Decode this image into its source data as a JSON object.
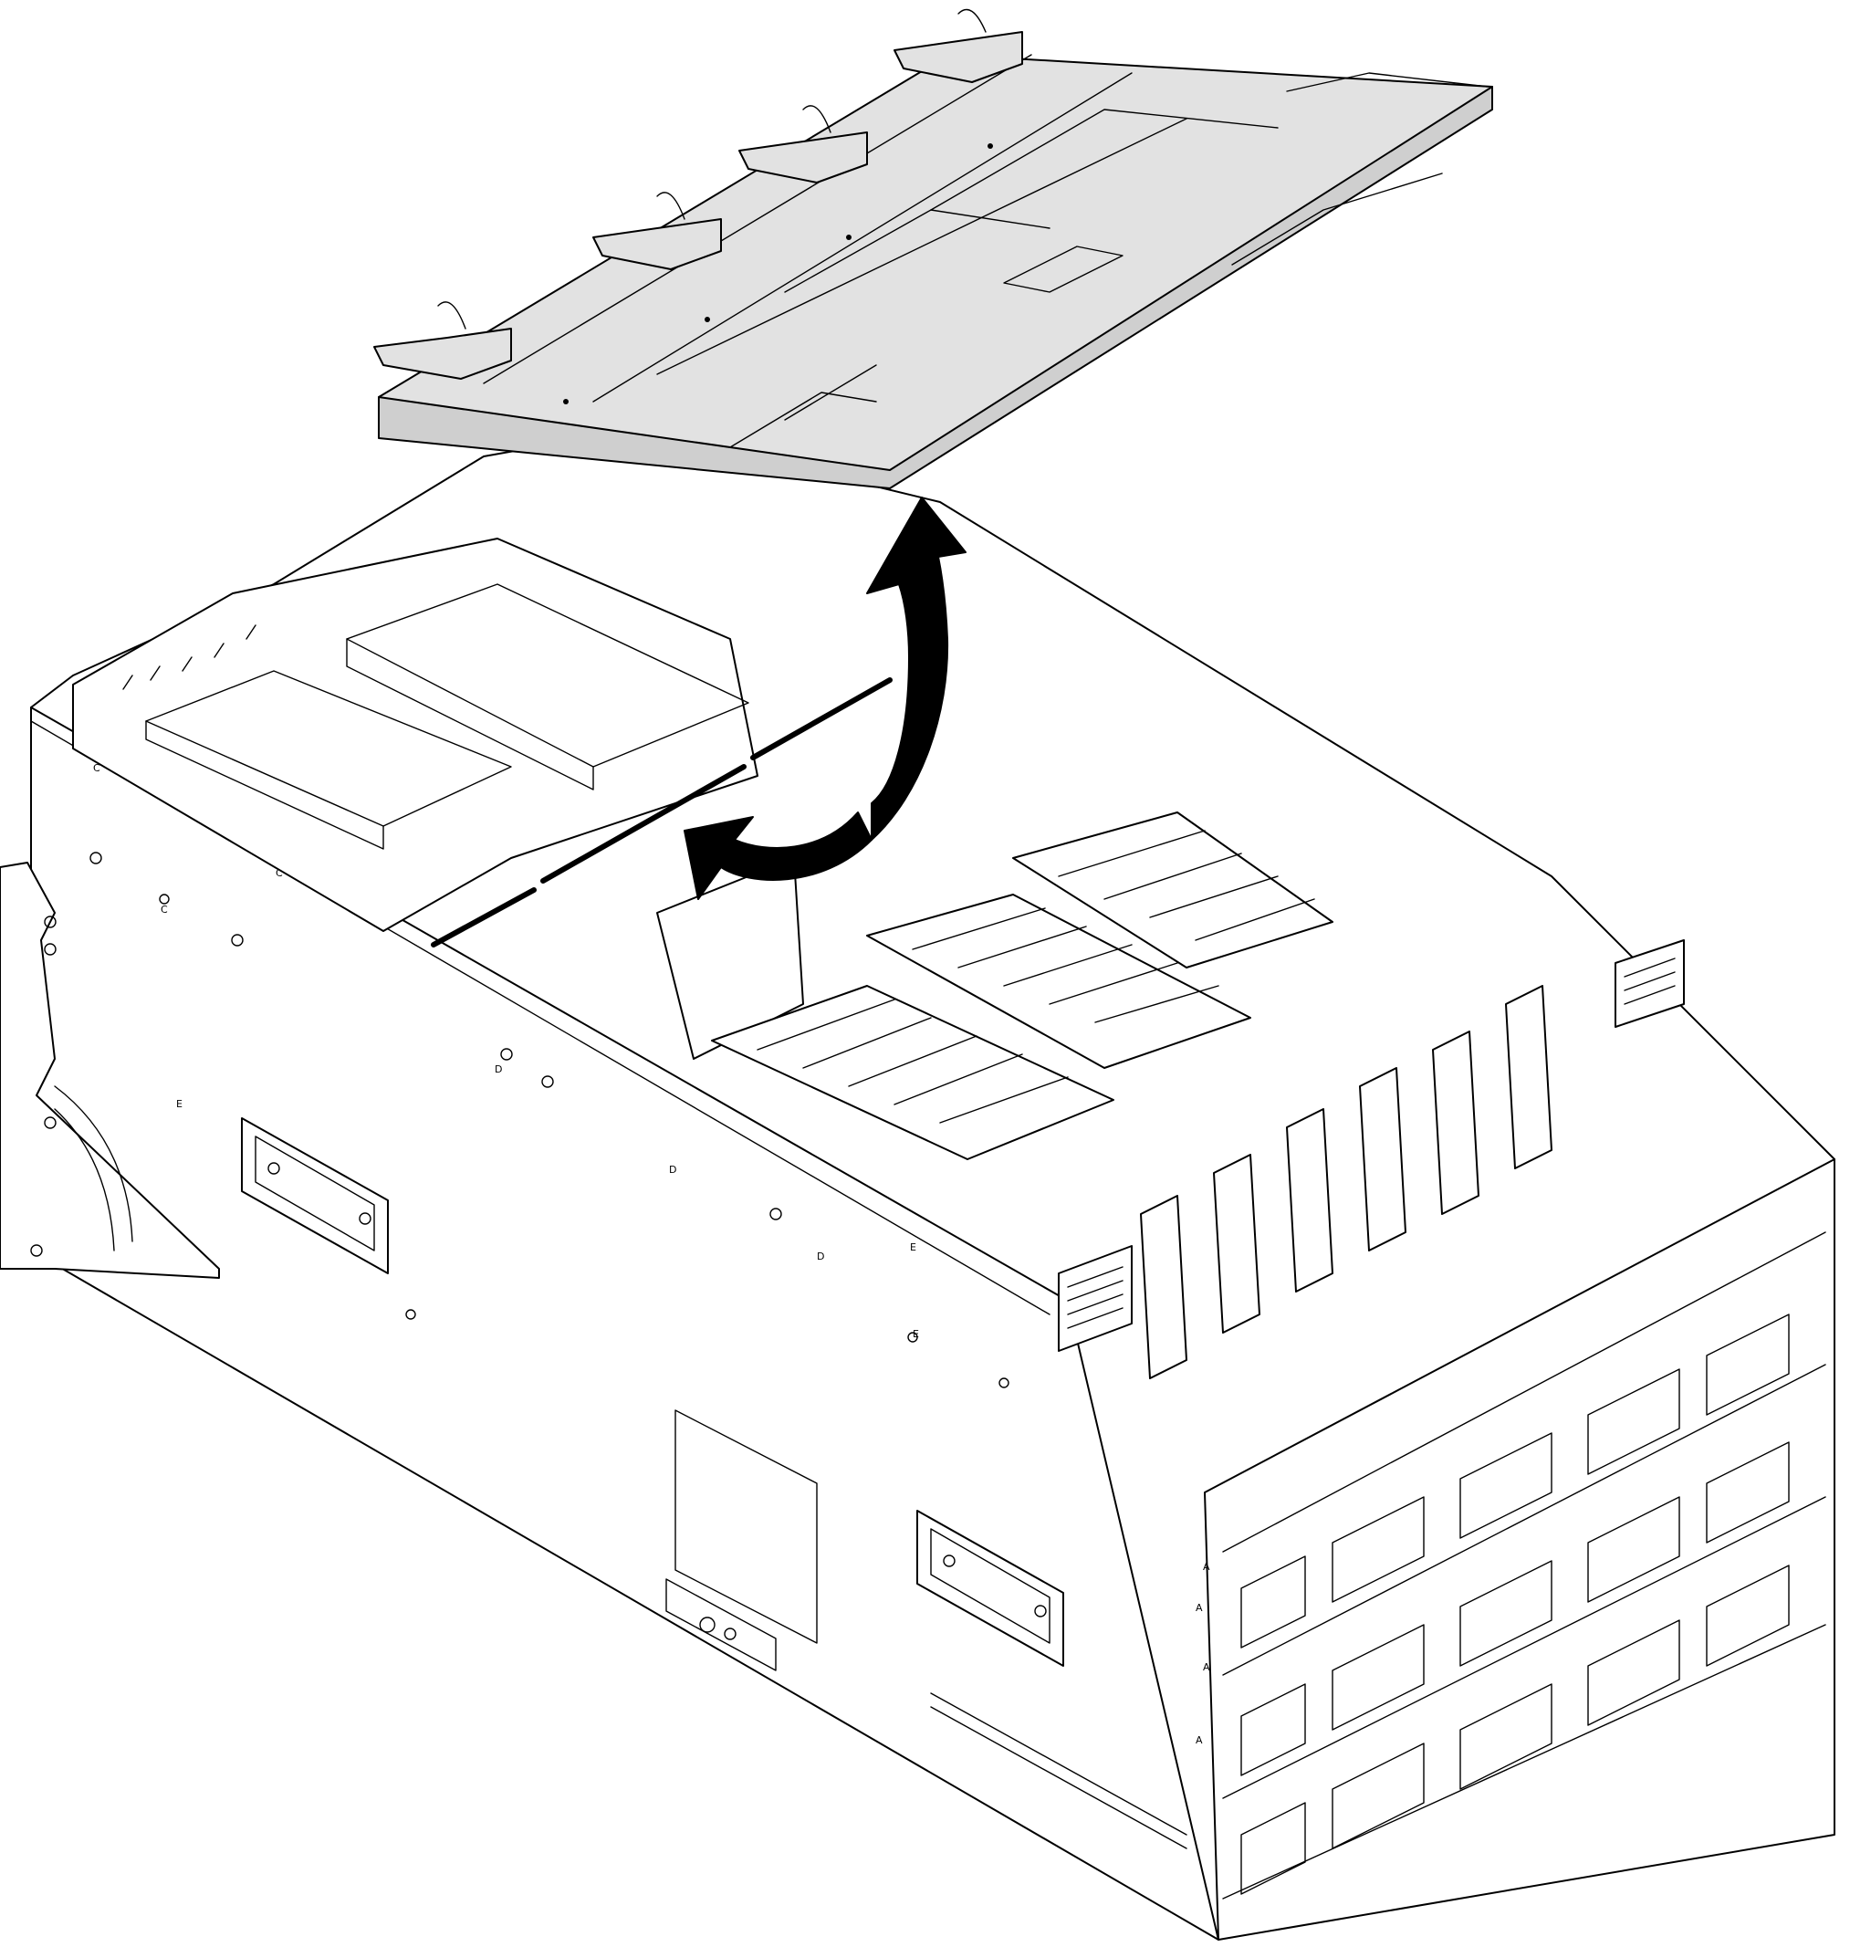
{
  "figure": {
    "markers": {
      "side_panel": [
        "C",
        "C",
        "C",
        "D",
        "D",
        "D",
        "E",
        "E",
        "E"
      ],
      "rear_panel": [
        "A",
        "A",
        "A",
        "A"
      ]
    },
    "colors": {
      "line": "#000000",
      "background": "#ffffff",
      "air_baffle_shade": "#e2e2e2",
      "air_baffle_dark": "#cfcfcf",
      "arrow": "#000000"
    },
    "icons": {
      "lift_arrow": "curved-up-arrow-icon",
      "pivot_arrow": "curved-left-arrow-icon"
    }
  }
}
